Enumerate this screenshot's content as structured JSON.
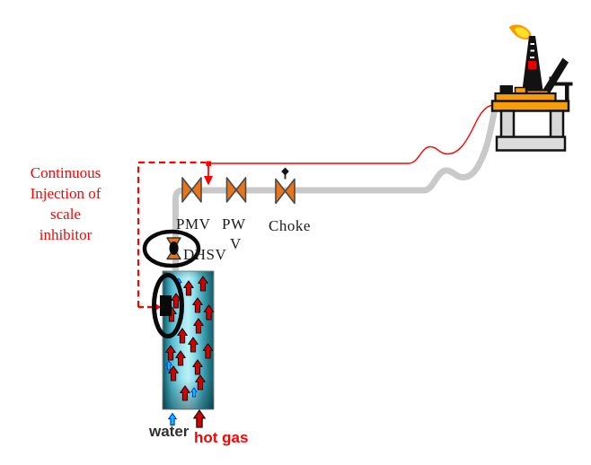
{
  "annotation": {
    "line1": "Continuous",
    "line2": "Injection of",
    "line3": "scale",
    "line4": "inhibitor"
  },
  "valve_labels": {
    "pmv": "PMV",
    "pwv_line1": "PW",
    "pwv_line2": "V",
    "choke": "Choke",
    "dhsv": "DHSV"
  },
  "flow_labels": {
    "water": "water",
    "hot_gas": "hot gas"
  },
  "colors": {
    "annotation_red": "#ff0000",
    "injection_line_red": "#ff0000",
    "pipe_gray": "#c9c9c9",
    "valve_orange": "#e6751c",
    "valve_outline": "#4a4a4a",
    "deck_orange": "#f59d0b",
    "platform_leg_gray": "#d7d7d7",
    "platform_base_gray": "#dcdcdc",
    "platform_outline": "#121212",
    "derrick_black": "#121212",
    "derrick_light_red": "#e60000",
    "flame_orange": "#ff9800",
    "flame_yellow": "#ffe227",
    "well_dark_teal": "#0b535e",
    "well_light_cyan": "#b9f0f8",
    "hot_gas_arrow": "#d40000",
    "water_arrow": "#00c0ff",
    "water_text": "#303030",
    "hot_gas_text": "#ff0000",
    "highlight_ellipse_black": "#0a0a0a"
  }
}
